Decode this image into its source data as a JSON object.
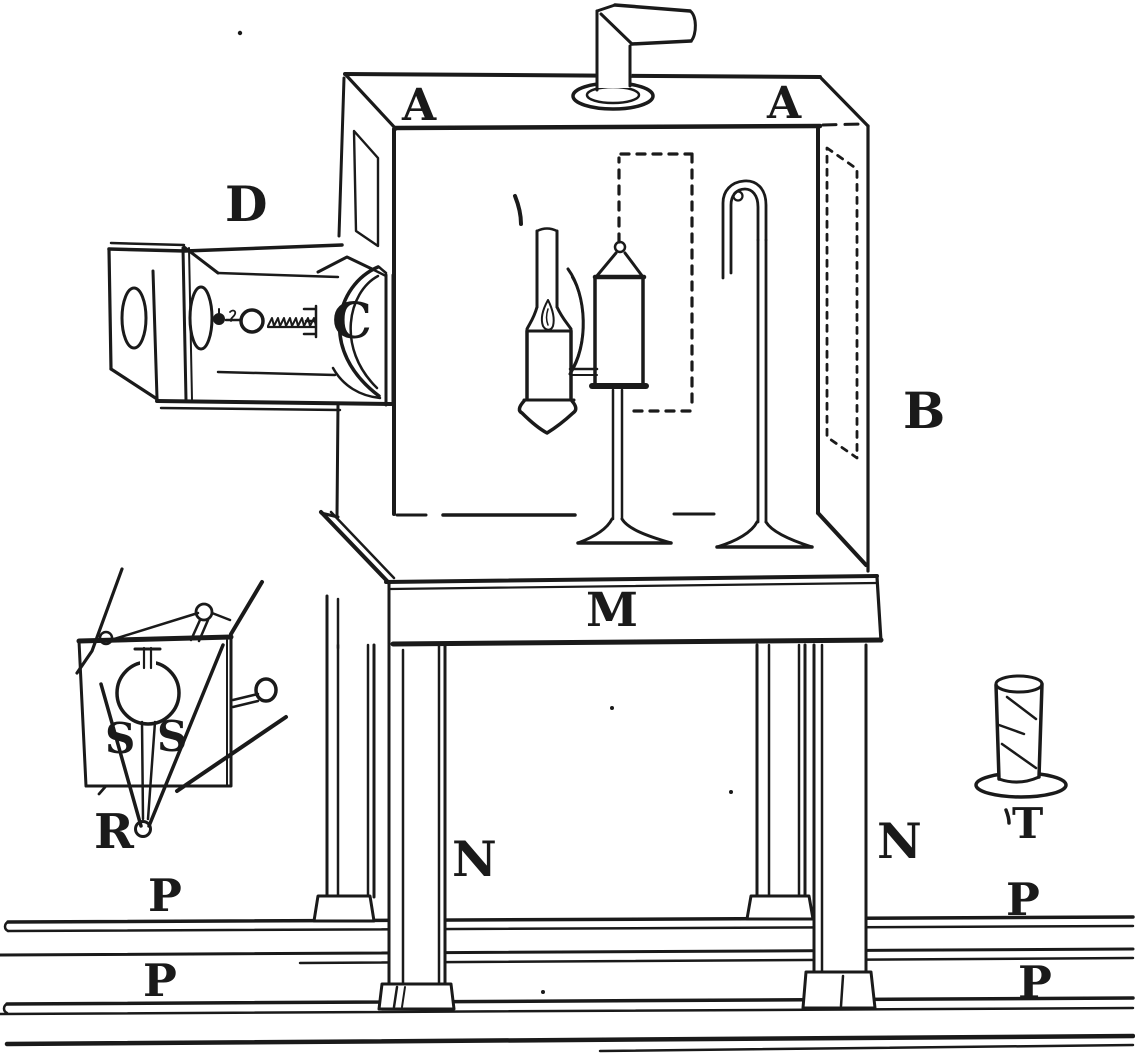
{
  "figure": {
    "type": "engraving-diagram",
    "subject": "antique laboratory fume-cabinet apparatus on a table with rails",
    "colors": {
      "ink": "#1a1a1a",
      "paper": "#ffffff"
    },
    "labels": [
      {
        "id": "A-left",
        "text": "A"
      },
      {
        "id": "A-right",
        "text": "A"
      },
      {
        "id": "B",
        "text": "B"
      },
      {
        "id": "C",
        "text": "C"
      },
      {
        "id": "D",
        "text": "D"
      },
      {
        "id": "M",
        "text": "M"
      },
      {
        "id": "N-left",
        "text": "N"
      },
      {
        "id": "N-right",
        "text": "N"
      },
      {
        "id": "P-left-upper",
        "text": "P"
      },
      {
        "id": "P-left-lower",
        "text": "P"
      },
      {
        "id": "P-right-upper",
        "text": "P"
      },
      {
        "id": "P-right-lower",
        "text": "P"
      },
      {
        "id": "R",
        "text": "R"
      },
      {
        "id": "S-left",
        "text": "S"
      },
      {
        "id": "S-right",
        "text": "S"
      },
      {
        "id": "T",
        "text": "T"
      }
    ]
  }
}
